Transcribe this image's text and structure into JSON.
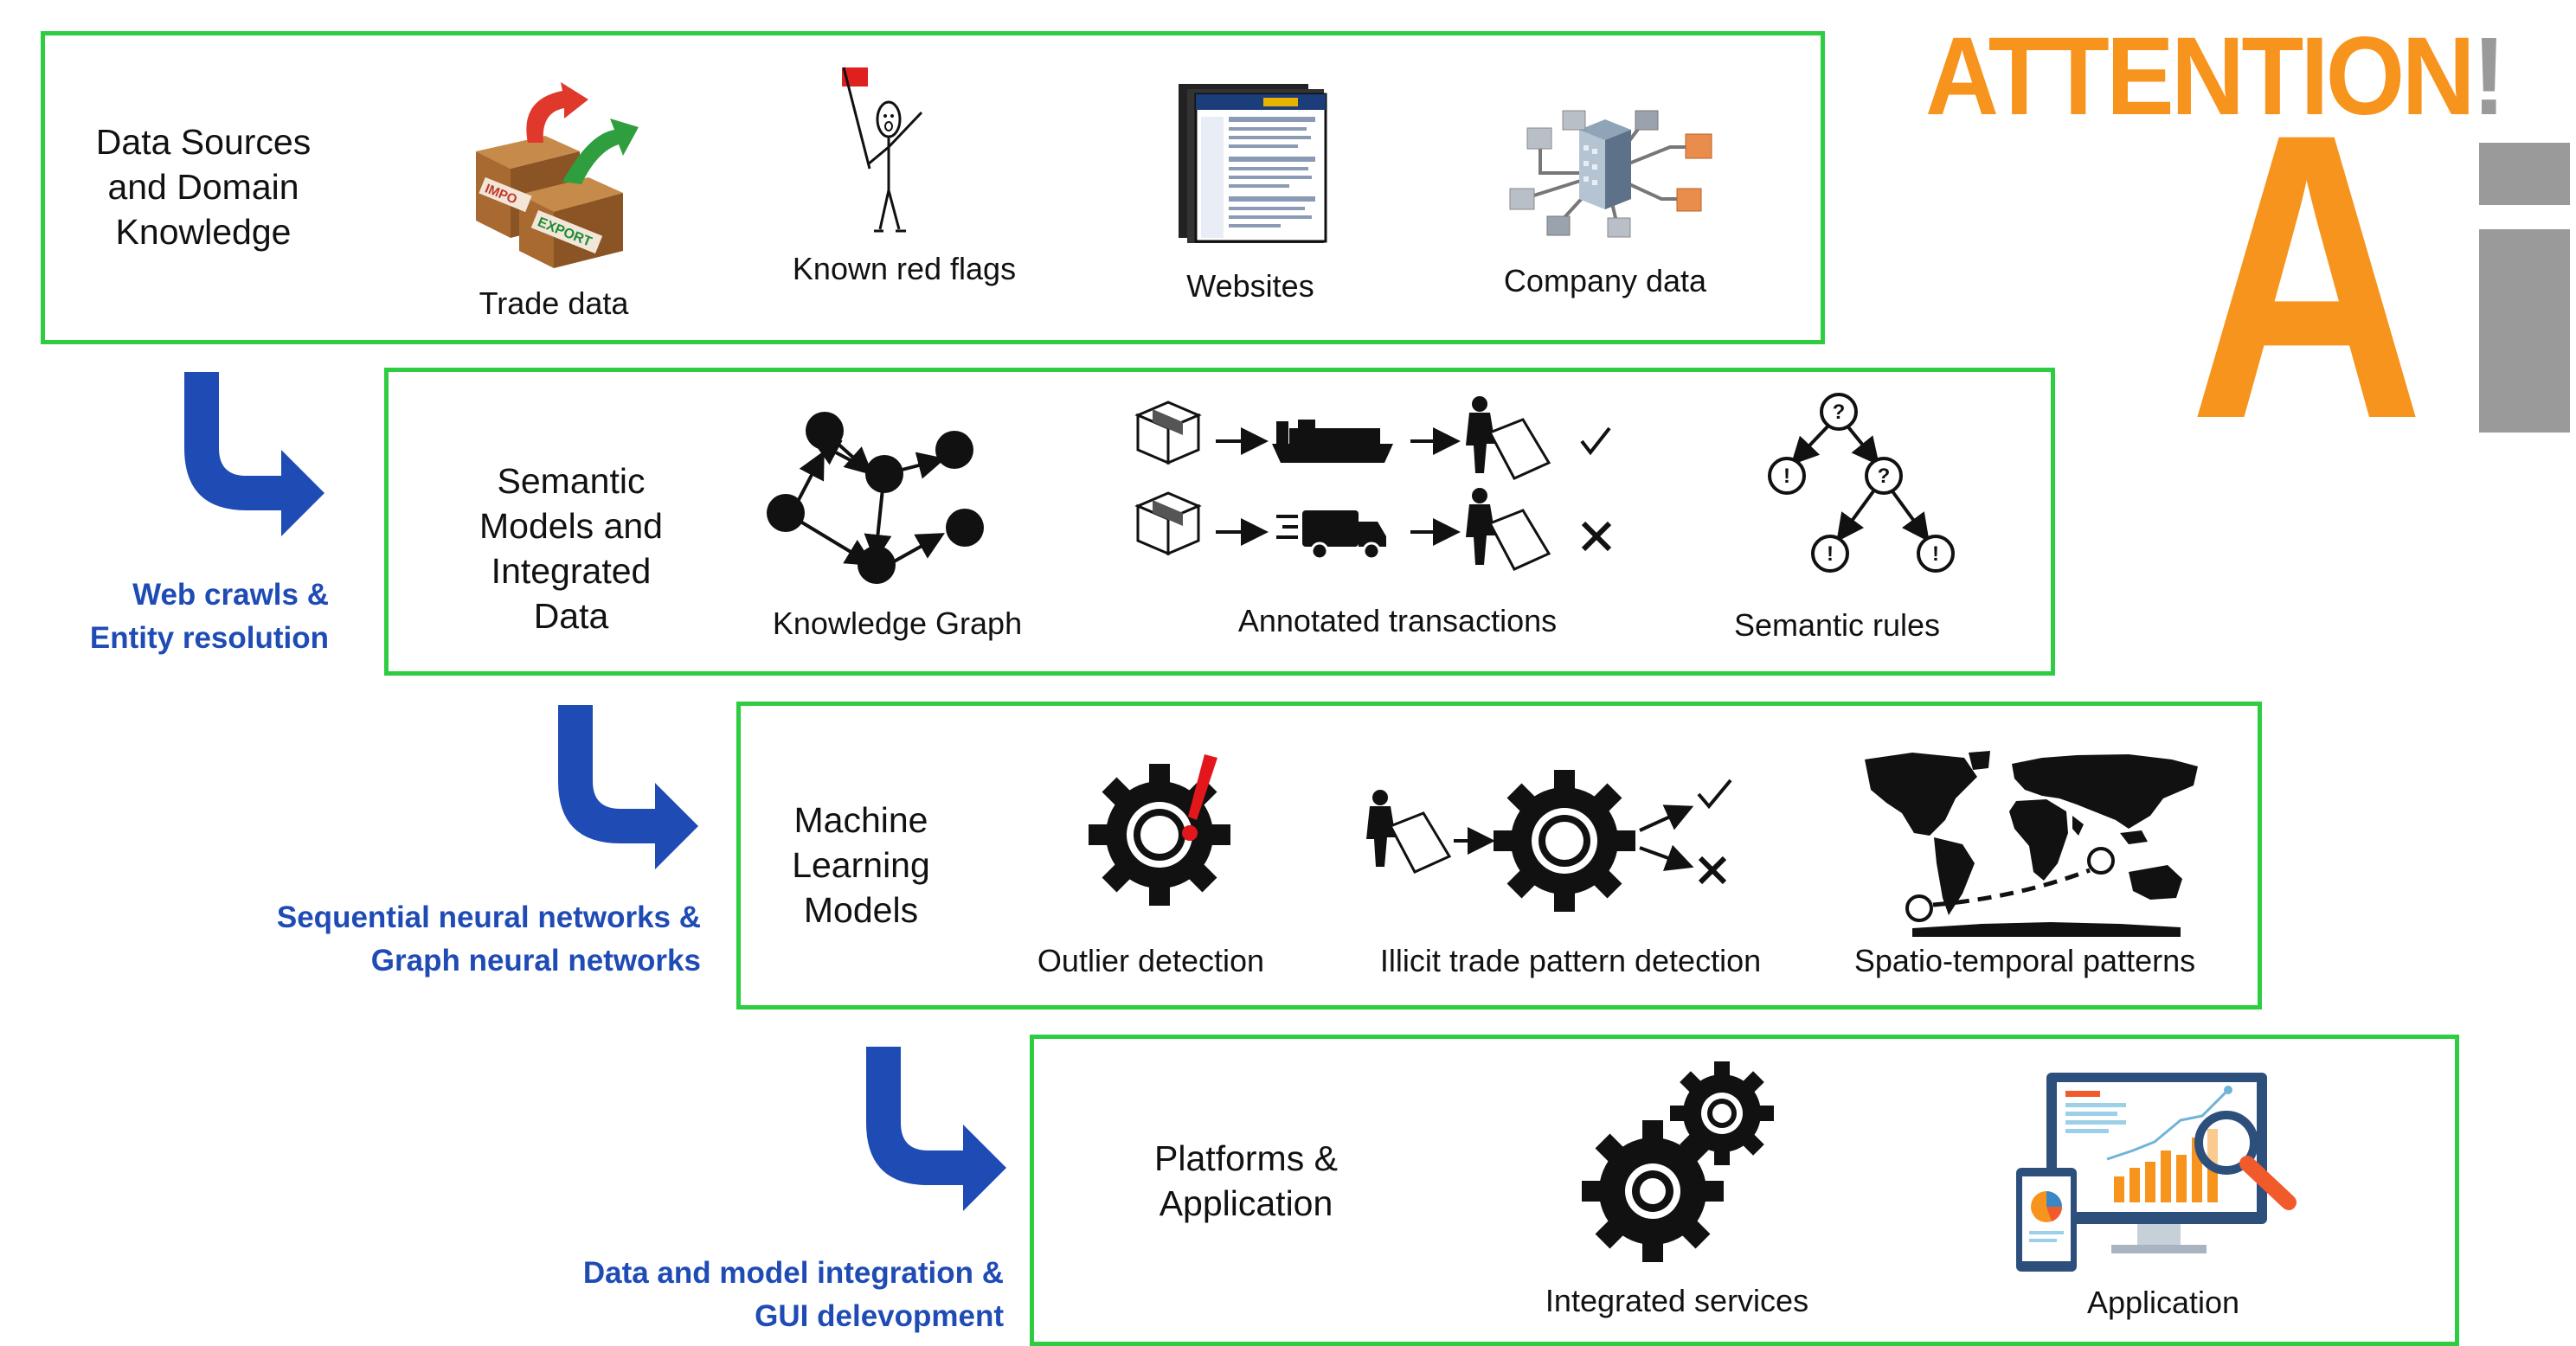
{
  "brand": {
    "word": "ATTENTION",
    "bang": "!",
    "letter_a": "A",
    "letter_i": "i",
    "orange": "#f7941d",
    "grey": "#9a9a9a"
  },
  "colors": {
    "box_border": "#2ecc40",
    "arrow": "#1f4bb5",
    "step_text": "#1f4bb5"
  },
  "layers": [
    {
      "title": "Data Sources\nand Domain\nKnowledge",
      "items": [
        "Trade data",
        "Known red flags",
        "Websites",
        "Company data"
      ]
    },
    {
      "title": "Semantic\nModels and\nIntegrated\nData",
      "items": [
        "Knowledge Graph",
        "Annotated transactions",
        "Semantic rules"
      ]
    },
    {
      "title": "Machine\nLearning\nModels",
      "items": [
        "Outlier detection",
        "Illicit trade pattern detection",
        "Spatio-temporal patterns"
      ]
    },
    {
      "title": "Platforms &\nApplication",
      "items": [
        "Integrated services",
        "Application"
      ]
    }
  ],
  "steps": [
    "Web crawls &\nEntity resolution",
    "Sequential neural networks &\nGraph neural networks",
    "Data and model integration &\nGUI delevopment"
  ],
  "icon_labels": {
    "import": "IMPO",
    "export": "EXPORT",
    "question": "?",
    "exclaim": "!"
  }
}
